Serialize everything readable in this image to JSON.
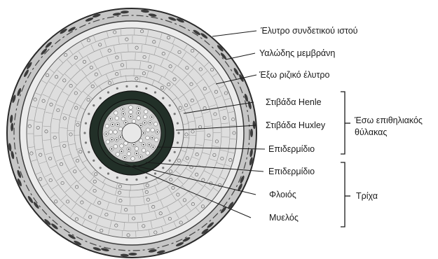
{
  "diagram": {
    "labels": {
      "connective_sheath": "Έλυτρο συνδετικού ιστού",
      "glassy_membrane": "Υαλώδης μεμβράνη",
      "outer_root_sheath": "Έξω ριζικό έλυτρο",
      "henle_layer": "Στιβάδα Henle",
      "huxley_layer": "Στιβάδα Huxley",
      "sheath_cuticle": "Επιδερμίδιο",
      "hair_cuticle": "Επιδερμίδιο",
      "cortex": "Φλοιός",
      "medulla": "Μυελός"
    },
    "groups": {
      "inner_root_sheath_line1": "Έσω επιθηλιακός",
      "inner_root_sheath_line2": "θύλακας",
      "hair": "Τρίχα"
    },
    "colors": {
      "ink": "#1a1a1a",
      "outer_sheath_fill": "#c9c9c9",
      "glassy_fill": "#e9e9e9",
      "outer_root_fill": "#dcdcdc",
      "inner_sheath_dark": "#1e2b24",
      "hair_core_fill": "#cfcfcf"
    }
  }
}
